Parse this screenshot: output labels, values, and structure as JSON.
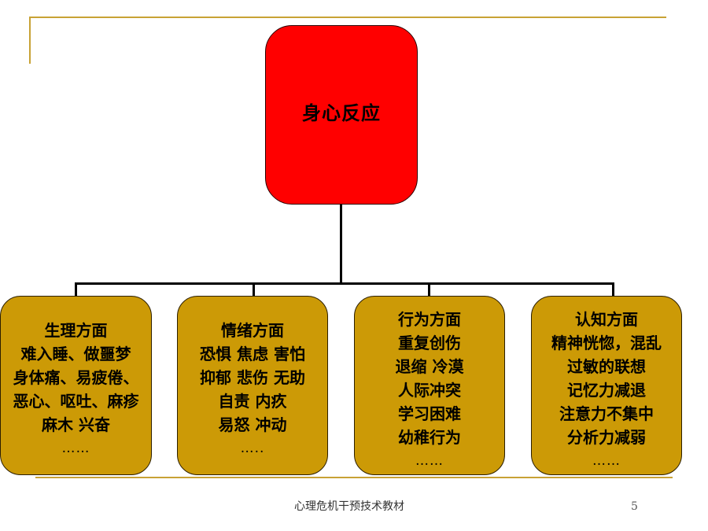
{
  "root": {
    "label": "身心反应"
  },
  "categories": [
    {
      "lines": [
        "生理方面",
        "难入睡、做噩梦",
        "身体痛、易疲倦、",
        "恶心、呕吐、麻疹",
        "麻木 兴奋",
        "……"
      ]
    },
    {
      "lines": [
        "情绪方面",
        "恐惧 焦虑 害怕",
        "抑郁 悲伤 无助",
        "自责 内疚",
        "易怒 冲动",
        "….."
      ]
    },
    {
      "lines": [
        "行为方面",
        "重复创伤",
        "退缩 冷漠",
        "人际冲突",
        "学习困难",
        "幼稚行为",
        "……"
      ]
    },
    {
      "lines": [
        "认知方面",
        "精神恍惚，混乱",
        "过敏的联想",
        "记忆力减退",
        "注意力不集中",
        "分析力减弱",
        "……"
      ]
    }
  ],
  "footer": {
    "text": "心理危机干预技术教材",
    "page_number": "5"
  },
  "colors": {
    "root_fill": "#ff0000",
    "child_fill": "#cc9a06",
    "decor_line": "#c8a235",
    "connector": "#000000"
  }
}
